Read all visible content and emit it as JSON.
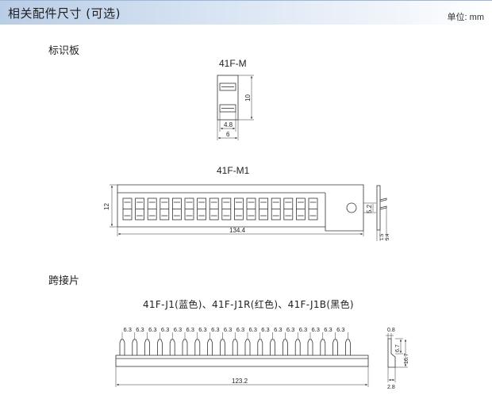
{
  "header": {
    "title": "相关配件尺寸 (可选)",
    "unit": "单位: mm"
  },
  "sections": {
    "labels_title": "标识板",
    "jumper_title": "跨接片"
  },
  "m": {
    "name": "41F-M",
    "dim_h": "10",
    "dim_inner": "4.8",
    "dim_w": "6"
  },
  "m1": {
    "name": "41F-M1",
    "dim_h": "12",
    "dim_len": "134.4",
    "dim_hole": "5.2",
    "dim_t1": "1.5",
    "dim_t2": "5.4"
  },
  "jumper": {
    "caption": "41F-J1(蓝色)、41F-J1R(红色)、41F-J1B(黑色)",
    "pitch": "6.3",
    "pitch_count": 18,
    "dim_len": "123.2",
    "dim_top": "0.8",
    "dim_mid": "6.7",
    "dim_h": "16.7",
    "dim_base": "2.8"
  }
}
